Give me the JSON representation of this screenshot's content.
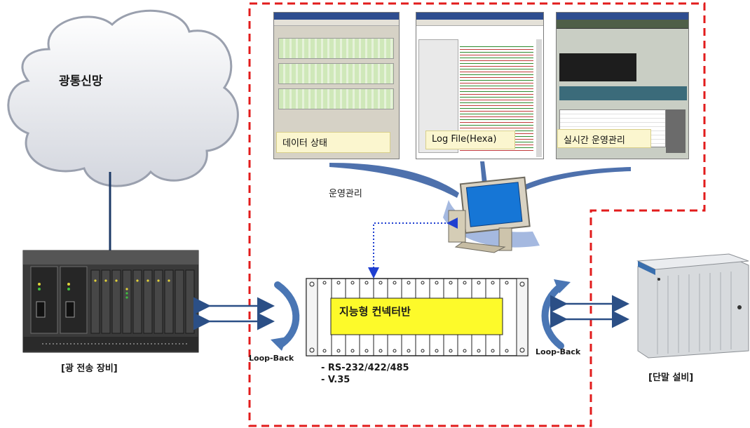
{
  "cloud": {
    "label": "광통신망"
  },
  "left_equipment": {
    "label": "[광 전송 장비]"
  },
  "right_equipment": {
    "label": "[단말 설비]"
  },
  "connector": {
    "label": "지능형 컨넥터반",
    "specs": [
      "- RS-232/422/485",
      "- V.35"
    ]
  },
  "loopback": {
    "left": "Loop-Back",
    "right": "Loop-Back"
  },
  "management": {
    "label": "운영관리"
  },
  "screens": [
    {
      "caption": "데이터 상태"
    },
    {
      "caption": "Log File(Hexa)"
    },
    {
      "caption": "실시간 운영관리"
    }
  ],
  "colors": {
    "dashed_border": "#e21c1c",
    "arrow_blue": "#2b4f86",
    "dotted_link": "#1f3fd1",
    "connector_panel": "#fdfa2a",
    "caption_bg": "#fbf6cf"
  }
}
